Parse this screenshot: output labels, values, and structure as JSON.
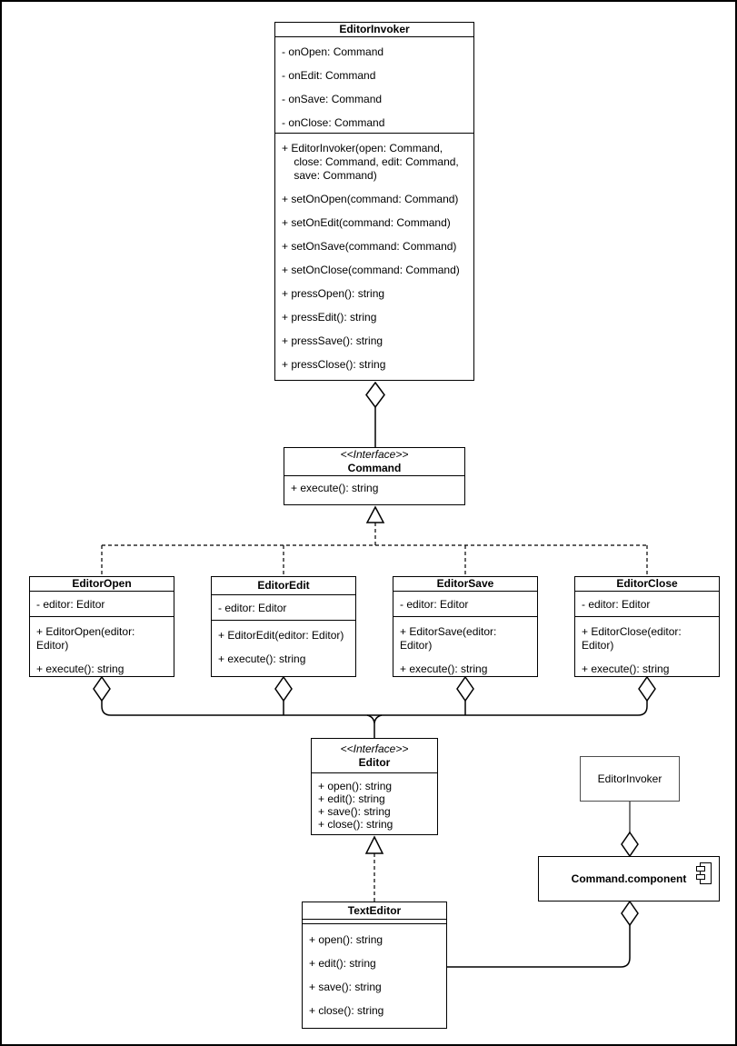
{
  "colors": {
    "line": "#000000",
    "node_border": "#000000",
    "muted_border": "#4d4d4d",
    "background": "#ffffff"
  },
  "classes": {
    "invoker": {
      "title": "EditorInvoker",
      "attributes": [
        "- onOpen: Command",
        "- onEdit: Command",
        "- onSave: Command",
        "- onClose: Command"
      ],
      "methods": [
        "+ EditorInvoker(open: Command,\n    close: Command, edit: Command,\n    save: Command)",
        "+ setOnOpen(command: Command)",
        "+ setOnEdit(command: Command)",
        "+ setOnSave(command: Command)",
        "+ setOnClose(command: Command)",
        "+ pressOpen(): string",
        "+ pressEdit(): string",
        "+ pressSave(): string",
        "+ pressClose(): string"
      ]
    },
    "command": {
      "stereotype": "<<Interface>>",
      "title": "Command",
      "methods": [
        "+ execute(): string"
      ]
    },
    "open": {
      "title": "EditorOpen",
      "attributes": [
        "- editor: Editor"
      ],
      "methods": [
        "+ EditorOpen(editor: Editor)",
        "+ execute(): string"
      ]
    },
    "edit": {
      "title": "EditorEdit",
      "attributes": [
        "- editor: Editor"
      ],
      "methods": [
        "+ EditorEdit(editor: Editor)",
        "+ execute(): string"
      ]
    },
    "save": {
      "title": "EditorSave",
      "attributes": [
        "- editor: Editor"
      ],
      "methods": [
        "+ EditorSave(editor: Editor)",
        "+ execute(): string"
      ]
    },
    "close": {
      "title": "EditorClose",
      "attributes": [
        "- editor: Editor"
      ],
      "methods": [
        "+ EditorClose(editor: Editor)",
        "+ execute(): string"
      ]
    },
    "editor": {
      "stereotype": "<<Interface>>",
      "title": "Editor",
      "methods": [
        "+ open(): string",
        "+ edit(): string",
        "+ save(): string",
        "+ close(): string"
      ]
    },
    "texteditor": {
      "title": "TextEditor",
      "methods": [
        "+ open(): string",
        "+ edit(): string",
        "+ save(): string",
        "+ close(): string"
      ]
    },
    "invoker_node": {
      "title": "EditorInvoker"
    },
    "component": {
      "title": "Command.component"
    }
  }
}
